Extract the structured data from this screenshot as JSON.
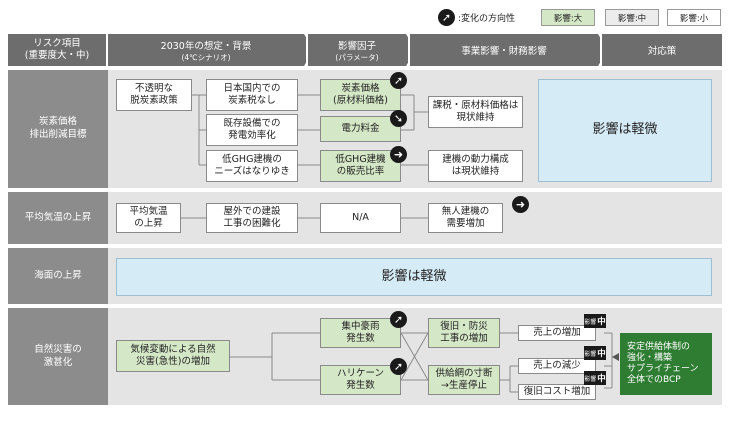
{
  "legend": {
    "direction_label": ":変化の方向性",
    "large": "影響:大",
    "medium": "影響:中",
    "small": "影響:小"
  },
  "header": {
    "col1": "リスク項目\n(重要度大・中)",
    "col2_title": "2030年の想定・背景",
    "col2_sub": "(4℃シナリオ)",
    "col3_title": "影響因子",
    "col3_sub": "(パラメータ)",
    "col4": "事業影響・財務影響",
    "col5": "対応策"
  },
  "rows": {
    "carbon": {
      "label": "炭素価格\n排出削減目標",
      "bg1": "不透明な\n脱炭素政策",
      "bg2": "日本国内での\n炭素税なし",
      "bg3": "既存設備での\n発電効率化",
      "bg4": "低GHG建機の\nニーズはなりゆき",
      "f1": "炭素価格\n(原材料価格)",
      "f2": "電力料金",
      "f3": "低GHG建機\nの販売比率",
      "i1": "課税・原材料価格は\n現状維持",
      "i2": "建機の動力構成\nは現状維持",
      "response": "影響は軽微"
    },
    "temperature": {
      "label": "平均気温の上昇",
      "bg1": "平均気温\nの上昇",
      "bg2": "屋外での建設\n工事の困難化",
      "f1": "N/A",
      "i1": "無人建機の\n需要増加"
    },
    "sea": {
      "label": "海面の上昇",
      "impact": "影響は軽微"
    },
    "disaster": {
      "label": "自然災害の\n激甚化",
      "bg1": "気候変動による自然\n災害(急性)の増加",
      "f1": "集中豪雨\n発生数",
      "f2": "ハリケーン\n発生数",
      "i1": "復旧・防災\n工事の増加",
      "i2": "供給網の寸断\n→生産停止",
      "r1": "売上の増加",
      "r2": "売上の減少",
      "r3": "復旧コスト増加",
      "response": "安定供給体制の\n強化・構築\nサプライチェーン\n全体でのBCP",
      "badge_small": "影響",
      "badge_big": "中"
    }
  },
  "colors": {
    "header": "#6d6d6d",
    "rowlabel": "#8c8c8c",
    "band": "#e4e4e4",
    "green": "#d4e7c6",
    "blue": "#d5ebf6",
    "dark_green": "#2e7d32"
  }
}
